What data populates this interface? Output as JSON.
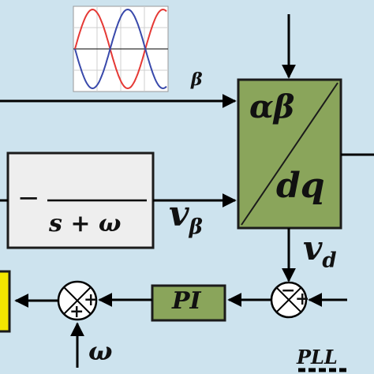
{
  "colors": {
    "background": "#cde3ee",
    "transform_block": "#8aa55b",
    "pi_block": "#8aa55b",
    "filter_block": "#eeeeee",
    "output_block": "#f2e600",
    "sine_red": "#e53935",
    "sine_blue": "#3949ab"
  },
  "signals": {
    "beta": "β",
    "v_beta_main": "v",
    "v_beta_sub": "β",
    "v_d_main": "v",
    "v_d_sub": "d",
    "omega": "ω"
  },
  "blocks": {
    "transform_top": "αβ",
    "transform_bottom": "dq",
    "filter_sign": "−",
    "filter_den": "s + ω",
    "pi": "PI",
    "pll": "PLL"
  },
  "junctions": {
    "sum_right_minus": "−",
    "sum_right_plus": "+",
    "sum_left_plus_right": "+",
    "sum_left_plus_bottom": "+"
  },
  "icons": {
    "sine_plot": "sine-wave-icon"
  }
}
